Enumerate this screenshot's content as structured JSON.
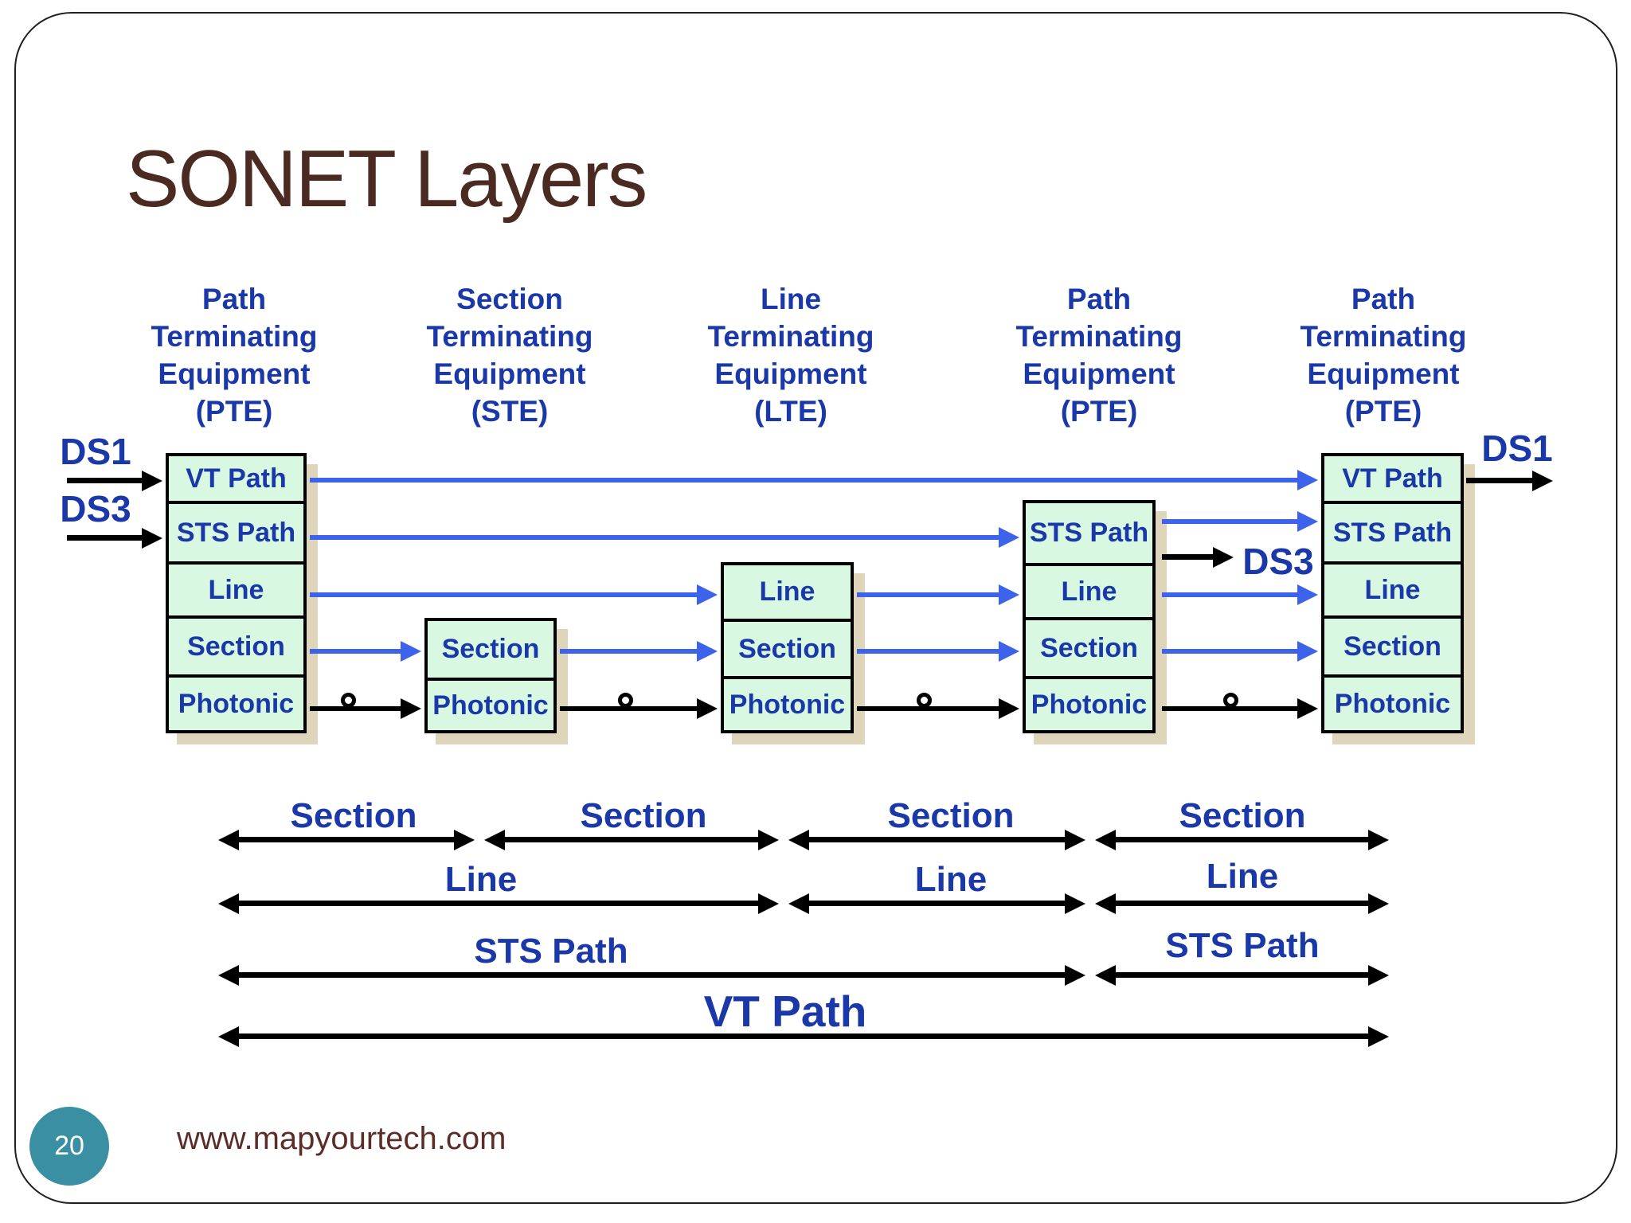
{
  "slide": {
    "title": "SONET Layers",
    "page_number": "20",
    "website": "www.mapyourtech.com"
  },
  "colors": {
    "label_blue": "#1a38a8",
    "arrow_blue": "#3c63ea",
    "ink_black": "#000000",
    "box_fill": "#d8f8e2",
    "box_shadow": "#ded5ba",
    "title_brown": "#4b2a22",
    "footer_brown": "#5b2d28",
    "page_circle_teal": "#3a8fa2",
    "frame_line": "#1f1f1f"
  },
  "equipment": [
    {
      "abbr": "PTE",
      "header_lines": [
        "Path",
        "Terminating",
        "Equipment",
        "(PTE)"
      ],
      "layers": [
        "VT Path",
        "STS Path",
        "Line",
        "Section",
        "Photonic"
      ]
    },
    {
      "abbr": "STE",
      "header_lines": [
        "Section",
        "Terminating",
        "Equipment",
        "(STE)"
      ],
      "layers": [
        "Section",
        "Photonic"
      ]
    },
    {
      "abbr": "LTE",
      "header_lines": [
        "Line",
        "Terminating",
        "Equipment",
        "(LTE)"
      ],
      "layers": [
        "Line",
        "Section",
        "Photonic"
      ]
    },
    {
      "abbr": "PTE",
      "header_lines": [
        "Path",
        "Terminating",
        "Equipment",
        "(PTE)"
      ],
      "layers": [
        "STS Path",
        "Line",
        "Section",
        "Photonic"
      ]
    },
    {
      "abbr": "PTE",
      "header_lines": [
        "Path",
        "Terminating",
        "Equipment",
        "(PTE)"
      ],
      "layers": [
        "VT Path",
        "STS Path",
        "Line",
        "Section",
        "Photonic"
      ]
    }
  ],
  "signals": {
    "ds1_in": "DS1",
    "ds3_in": "DS3",
    "ds3_out": "DS3",
    "ds1_out": "DS1"
  },
  "spans": {
    "section_labels": [
      "Section",
      "Section",
      "Section",
      "Section"
    ],
    "line_labels": [
      "Line",
      "Line",
      "Line"
    ],
    "sts_path_labels": [
      "STS Path",
      "STS Path"
    ],
    "vt_path_label": "VT Path"
  }
}
